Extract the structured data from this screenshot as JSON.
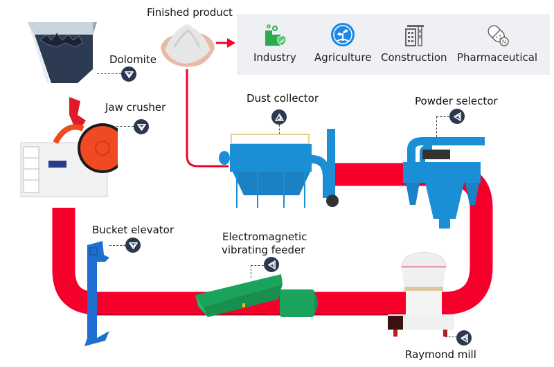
{
  "diagram": {
    "title": "Dolomite processing flow",
    "colors": {
      "pipe": "#f5002a",
      "pipe_shadow": "#c8001f",
      "badge": "#2b3850",
      "panel_bg": "#eef0f4",
      "equipment_blue": "#1b8fd6",
      "feeder_green": "#1aa35a",
      "crusher_orange": "#f04a22"
    },
    "finished_product": {
      "label": "Finished product",
      "image": "powder-pile"
    },
    "applications": [
      {
        "label": "Industry",
        "icon": "industry-icon",
        "color": "#2eaa4e"
      },
      {
        "label": "Agriculture",
        "icon": "agriculture-icon",
        "color": "#1e88e5"
      },
      {
        "label": "Construction",
        "icon": "construction-icon",
        "color": "#666666"
      },
      {
        "label": "Pharmaceutical",
        "icon": "pharmaceutical-icon",
        "color": "#666666"
      }
    ],
    "equipment": [
      {
        "id": "dolomite",
        "label": "Dolomite",
        "image": "hopper-with-rocks",
        "badge_icon": "arrow-down-icon"
      },
      {
        "id": "jaw-crusher",
        "label": "Jaw crusher",
        "image": "jaw-crusher",
        "badge_icon": "arrow-down-icon"
      },
      {
        "id": "bucket-elevator",
        "label": "Bucket elevator",
        "image": "bucket-elevator",
        "badge_icon": "arrow-down-icon"
      },
      {
        "id": "vibrating-feeder",
        "label_line1": "Electromagnetic",
        "label_line2": "vibrating feeder",
        "image": "vibrating-feeder",
        "badge_icon": "arrow-left-icon"
      },
      {
        "id": "raymond-mill",
        "label": "Raymond mill",
        "image": "raymond-mill",
        "badge_icon": "arrow-left-icon"
      },
      {
        "id": "powder-selector",
        "label": "Powder selector",
        "image": "powder-selector",
        "badge_icon": "arrow-left-icon"
      },
      {
        "id": "dust-collector",
        "label": "Dust collector",
        "image": "dust-collector",
        "badge_icon": "arrow-up-icon"
      }
    ]
  }
}
